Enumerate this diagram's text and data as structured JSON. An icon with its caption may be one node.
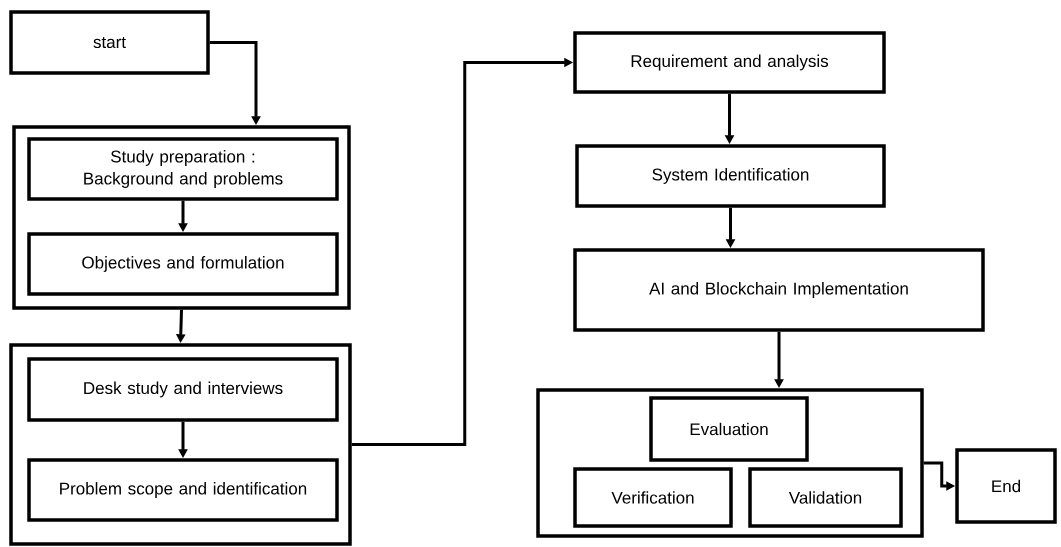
{
  "diagram": {
    "nodes": [
      {
        "text": [
          "start"
        ]
      },
      {
        "text": [],
        "shape": "box"
      },
      {
        "text": [
          "Study preparation : Background and problems"
        ],
        "in": 1
      },
      {
        "text": [
          "Objectives and formulation"
        ],
        "in": 1
      },
      {
        "text": [],
        "shape": "box"
      },
      {
        "text": [
          "Desk study and interviews"
        ],
        "in": 4
      },
      {
        "text": [
          "Problem scope and identification"
        ],
        "in": 4
      },
      {
        "text": [
          "Requirement and analysis"
        ]
      },
      {
        "text": [
          "System Identification"
        ]
      },
      {
        "text": [
          "AI and Blockchain Implementation"
        ]
      },
      {
        "text": [],
        "shape": "box"
      },
      {
        "text": [
          "Evaluation"
        ],
        "in": 10
      },
      {
        "text": [
          "Verification"
        ],
        "in": 10
      },
      {
        "text": [
          "Validation"
        ],
        "in": 10
      },
      {
        "text": [
          "End"
        ]
      }
    ],
    "edges": [
      {
        "from": 0,
        "to": 1,
        "arrow": "to"
      },
      {
        "from": 2,
        "to": 3,
        "arrow": "to"
      },
      {
        "from": 1,
        "to": 4,
        "arrow": "to"
      },
      {
        "from": 5,
        "to": 6,
        "arrow": "to"
      },
      {
        "from": 4,
        "to": 7,
        "arrow": "to"
      },
      {
        "from": 7,
        "to": 8,
        "arrow": "to"
      },
      {
        "from": 8,
        "to": 9,
        "arrow": "to"
      },
      {
        "from": 9,
        "to": 10,
        "arrow": "to"
      },
      {
        "from": 10,
        "to": 14,
        "arrow": "to"
      }
    ]
  }
}
